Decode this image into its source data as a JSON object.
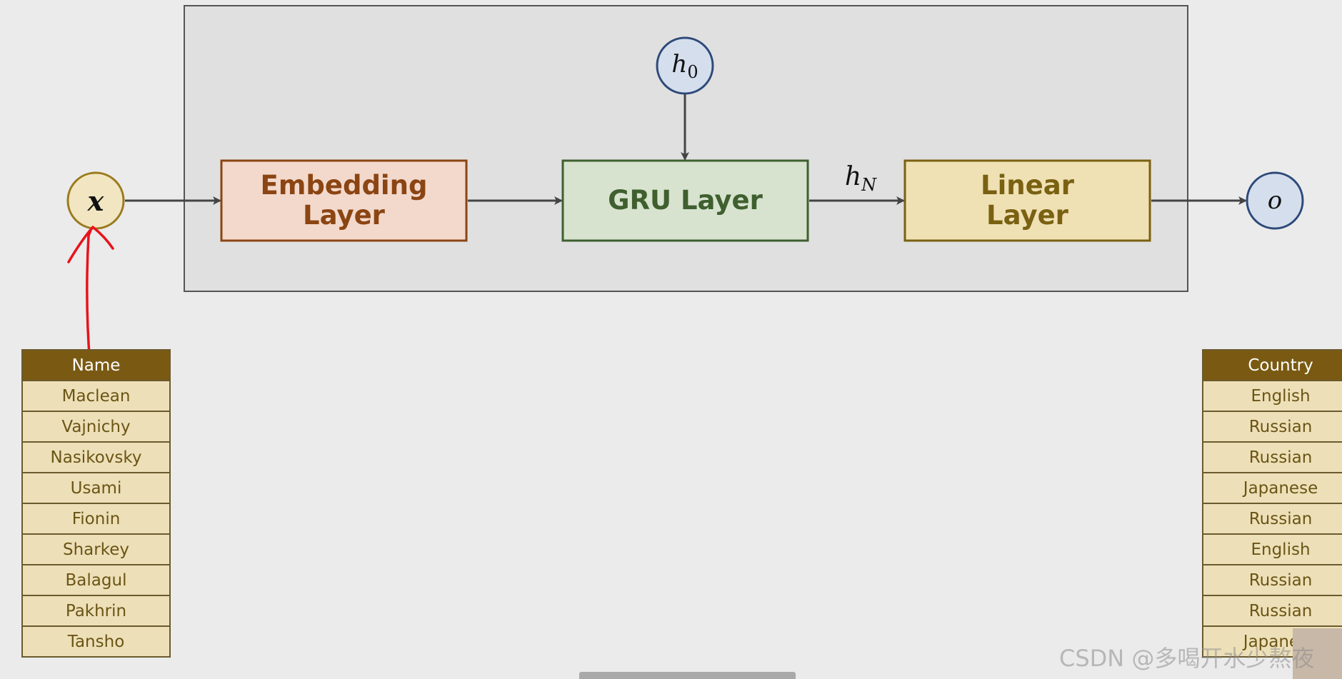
{
  "diagram": {
    "nodes": {
      "input": "x",
      "h0_base": "h",
      "h0_sub": "0",
      "output": "o"
    },
    "edge_label": {
      "base": "h",
      "sub": "N"
    },
    "boxes": {
      "embedding": [
        "Embedding",
        "Layer"
      ],
      "gru": "GRU Layer",
      "linear": [
        "Linear",
        "Layer"
      ]
    },
    "colors": {
      "embedding_fill": "#f3d9cc",
      "embedding_stroke": "#8b4513",
      "gru_fill": "#d7e3cf",
      "gru_stroke": "#3f5f2f",
      "linear_fill": "#efe1b4",
      "linear_stroke": "#7a6112",
      "node_blue_fill": "#d5deec",
      "node_blue_stroke": "#2e4a7a",
      "node_x_fill": "#f1e6c1",
      "node_x_stroke": "#9b7a1e",
      "annotation": "#e8131b"
    }
  },
  "name_table": {
    "header": "Name",
    "rows": [
      "Maclean",
      "Vajnichy",
      "Nasikovsky",
      "Usami",
      "Fionin",
      "Sharkey",
      "Balagul",
      "Pakhrin",
      "Tansho"
    ]
  },
  "country_table": {
    "header": "Country",
    "rows": [
      "English",
      "Russian",
      "Russian",
      "Japanese",
      "Russian",
      "English",
      "Russian",
      "Russian",
      "Japanese"
    ]
  },
  "watermark": "CSDN @多喝开水少熬夜"
}
